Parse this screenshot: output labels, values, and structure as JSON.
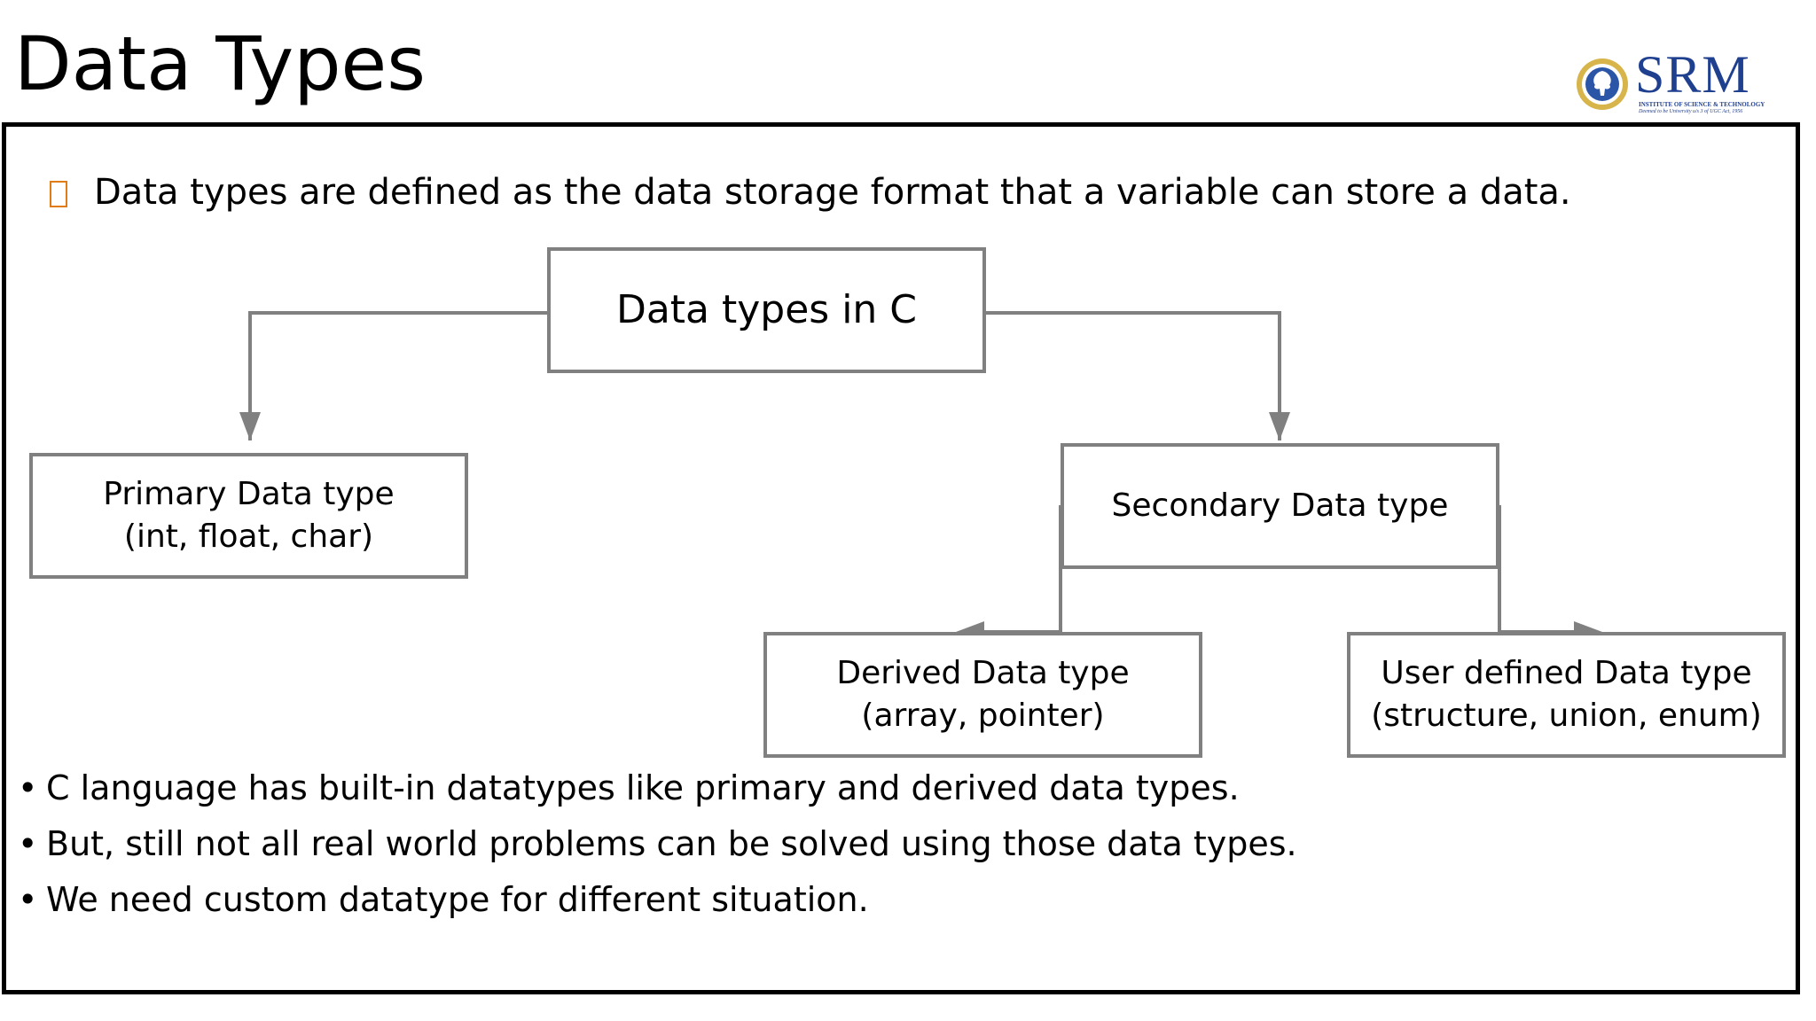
{
  "slide": {
    "title": "Data Types"
  },
  "logo": {
    "wordmark": "SRM",
    "subtitle": "INSTITUTE OF SCIENCE & TECHNOLOGY",
    "tagline": "Deemed to be University u/s 3 of UGC Act, 1956"
  },
  "intro": {
    "text": "Data types are defined as the data storage format that a variable can store a data."
  },
  "diagram": {
    "root": {
      "label": "Data types in C"
    },
    "primary": {
      "label": "Primary Data type",
      "detail": "(int, float, char)"
    },
    "secondary": {
      "label": "Secondary Data type"
    },
    "derived": {
      "label": "Derived Data type",
      "detail": "(array, pointer)"
    },
    "user_defined": {
      "label": "User defined Data type",
      "detail": "(structure, union, enum)"
    }
  },
  "notes": [
    {
      "text": "C language has built-in datatypes like primary and derived data types."
    },
    {
      "text": "But, still not all real world problems can be solved using those data types."
    },
    {
      "text": "We need custom datatype for different situation."
    }
  ],
  "colors": {
    "connector": "#808080",
    "bullet_accent": "#e07b16",
    "brand": "#1f3f8f"
  }
}
